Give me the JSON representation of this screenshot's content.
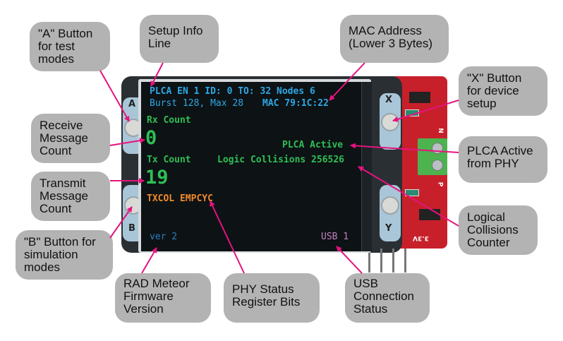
{
  "callouts": {
    "a_button": [
      "\"A\" Button",
      "for test",
      "modes"
    ],
    "setup_info": [
      "Setup Info",
      "Line"
    ],
    "mac_address": [
      "MAC Address",
      "(Lower 3 Bytes)"
    ],
    "x_button": [
      "\"X\" Button",
      "for device",
      "setup"
    ],
    "receive_count": [
      "Receive",
      "Message",
      "Count"
    ],
    "transmit_count": [
      "Transmit",
      "Message",
      "Count"
    ],
    "b_button": [
      "\"B\" Button for",
      "simulation",
      "modes"
    ],
    "plca_active": [
      "PLCA Active",
      "from PHY"
    ],
    "logical_collisions": [
      "Logical",
      "Collisions",
      "Counter"
    ],
    "firmware_version": [
      "RAD Meteor",
      "Firmware",
      "Version"
    ],
    "phy_status": [
      "PHY Status",
      "Register Bits"
    ],
    "usb_status": [
      "USB",
      "Connection",
      "Status"
    ]
  },
  "screen": {
    "setup_line1": "PLCA EN 1  ID: 0  TO: 32 Nodes 6",
    "setup_line2_burst": "Burst 128, Max 28",
    "mac": "MAC 79:1C:22",
    "rx_label": "Rx Count",
    "rx_value": "0",
    "plca_status": "PLCA Active",
    "tx_label": "Tx Count",
    "logic_collisions": "Logic Collisions 256526",
    "tx_value": "19",
    "phy_bits": "TXCOL EMPCYC",
    "version": "ver 2",
    "usb": "USB 1"
  },
  "device": {
    "button_a": "A",
    "button_b": "B",
    "button_x": "X",
    "button_y": "Y",
    "silk_n": "N",
    "silk_p": "P",
    "silk_33v": "3.3V"
  },
  "colors": {
    "arrow": "#e6137f",
    "callout_bg": "#b3b3b3",
    "lcd_cyan": "#2ea8e6",
    "lcd_green": "#2fbf55",
    "lcd_orange": "#ef8a2a",
    "lcd_blue_dim": "#2b7fc0",
    "lcd_pink": "#c47fc0",
    "pcb_red": "#c8202a"
  }
}
